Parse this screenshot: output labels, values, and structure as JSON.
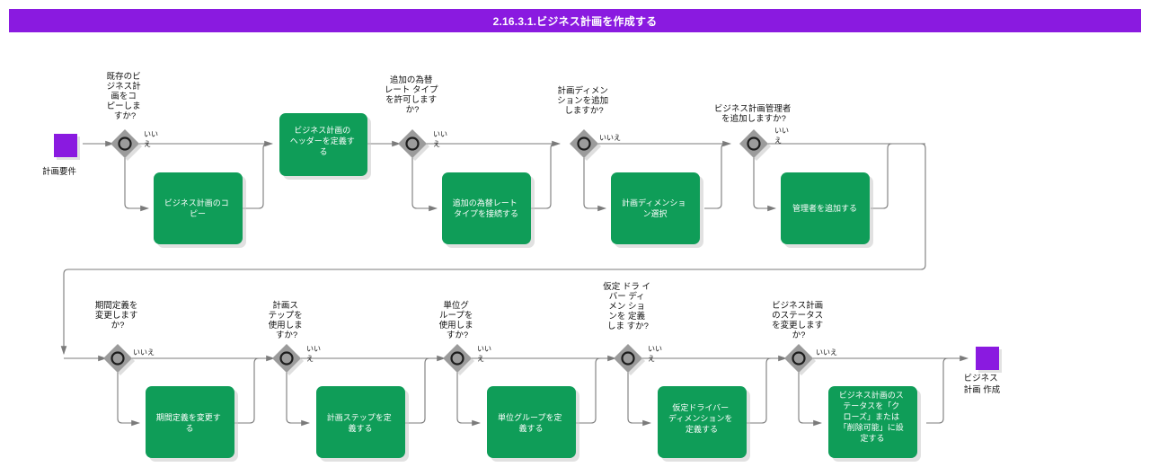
{
  "header": {
    "title": "2.16.3.1.ビジネス計画を作成する"
  },
  "colors": {
    "title_bar": "#8a1ae0",
    "terminator": "#8a1ae0",
    "process": "#0f9d58",
    "decision": "#9b9b9b",
    "edge": "#7b7b7b",
    "text_on_process": "#ffffff",
    "text": "#111111",
    "background": "#ffffff"
  },
  "diagram": {
    "type": "flowchart",
    "orientation": "left-to-right, wrapped into 2 rows",
    "start": {
      "name": "start-terminator",
      "label": "計画要件"
    },
    "end": {
      "name": "end-terminator",
      "label": "ビジネス\n計画 作成",
      "label_lines": [
        "ビジネス",
        "計画 作成"
      ]
    },
    "default_branch_label": "いいえ",
    "row1": {
      "decisions": [
        {
          "id": "d1",
          "question_lines": [
            "既存のビ",
            "ジネス計",
            "画をコ",
            "ピーしま",
            "すか?"
          ],
          "no_label_lines": [
            "いい",
            "え"
          ],
          "yes_target": "p1"
        },
        {
          "id": "d2",
          "question_lines": [
            "追加の為替",
            "レート タイプ",
            "を許可します",
            "か?"
          ],
          "no_label_lines": [
            "いい",
            "え"
          ],
          "yes_target": "p3"
        },
        {
          "id": "d3",
          "question_lines": [
            "計画ディメン",
            "ションを追加",
            "しますか?"
          ],
          "no_label_lines": [
            "いいえ"
          ],
          "yes_target": "p4"
        },
        {
          "id": "d4",
          "question_lines": [
            "ビジネス計画管理者",
            "を追加しますか?"
          ],
          "no_label_lines": [
            "いい",
            "え"
          ],
          "yes_target": "p5"
        }
      ],
      "processes": [
        {
          "id": "p1",
          "label_lines": [
            "ビジネス計画のコ",
            "ピー"
          ]
        },
        {
          "id": "p2",
          "label_lines": [
            "ビジネス計画の",
            "ヘッダーを定義す",
            "る"
          ]
        },
        {
          "id": "p3",
          "label_lines": [
            "追加の為替レート",
            "タイプを接続する"
          ]
        },
        {
          "id": "p4",
          "label_lines": [
            "計画ディメンショ",
            "ン選択"
          ]
        },
        {
          "id": "p5",
          "label_lines": [
            "管理者を追加する"
          ]
        }
      ]
    },
    "row2": {
      "decisions": [
        {
          "id": "d5",
          "question_lines": [
            "期間定義を",
            "変更します",
            "か?"
          ],
          "no_label_lines": [
            "いいえ"
          ],
          "yes_target": "p6"
        },
        {
          "id": "d6",
          "question_lines": [
            "計画ス",
            "テップを",
            "使用しま",
            "すか?"
          ],
          "no_label_lines": [
            "いい",
            "え"
          ],
          "yes_target": "p7"
        },
        {
          "id": "d7",
          "question_lines": [
            "単位グ",
            "ループを",
            "使用しま",
            "すか?"
          ],
          "no_label_lines": [
            "いい",
            "え"
          ],
          "yes_target": "p8"
        },
        {
          "id": "d8",
          "question_lines": [
            "仮定 ドラ イ",
            "バー  ディ",
            "メン ショ",
            "ンを 定義",
            "しま すか?"
          ],
          "no_label_lines": [
            "いい",
            "え"
          ],
          "yes_target": "p9"
        },
        {
          "id": "d9",
          "question_lines": [
            "ビジネス計画",
            "のステータス",
            "を変更します",
            "か?"
          ],
          "no_label_lines": [
            "いいえ"
          ],
          "yes_target": "p10"
        }
      ],
      "processes": [
        {
          "id": "p6",
          "label_lines": [
            "期間定義を変更す",
            "る"
          ]
        },
        {
          "id": "p7",
          "label_lines": [
            "計画ステップを定",
            "義する"
          ]
        },
        {
          "id": "p8",
          "label_lines": [
            "単位グループを定",
            "義する"
          ]
        },
        {
          "id": "p9",
          "label_lines": [
            "仮定ドライバー",
            "ディメンションを",
            "定義する"
          ]
        },
        {
          "id": "p10",
          "label_lines": [
            "ビジネス計画のス",
            "テータスを「ク",
            "ローズ」または",
            "「削除可能」に設",
            "定する"
          ]
        }
      ]
    }
  }
}
